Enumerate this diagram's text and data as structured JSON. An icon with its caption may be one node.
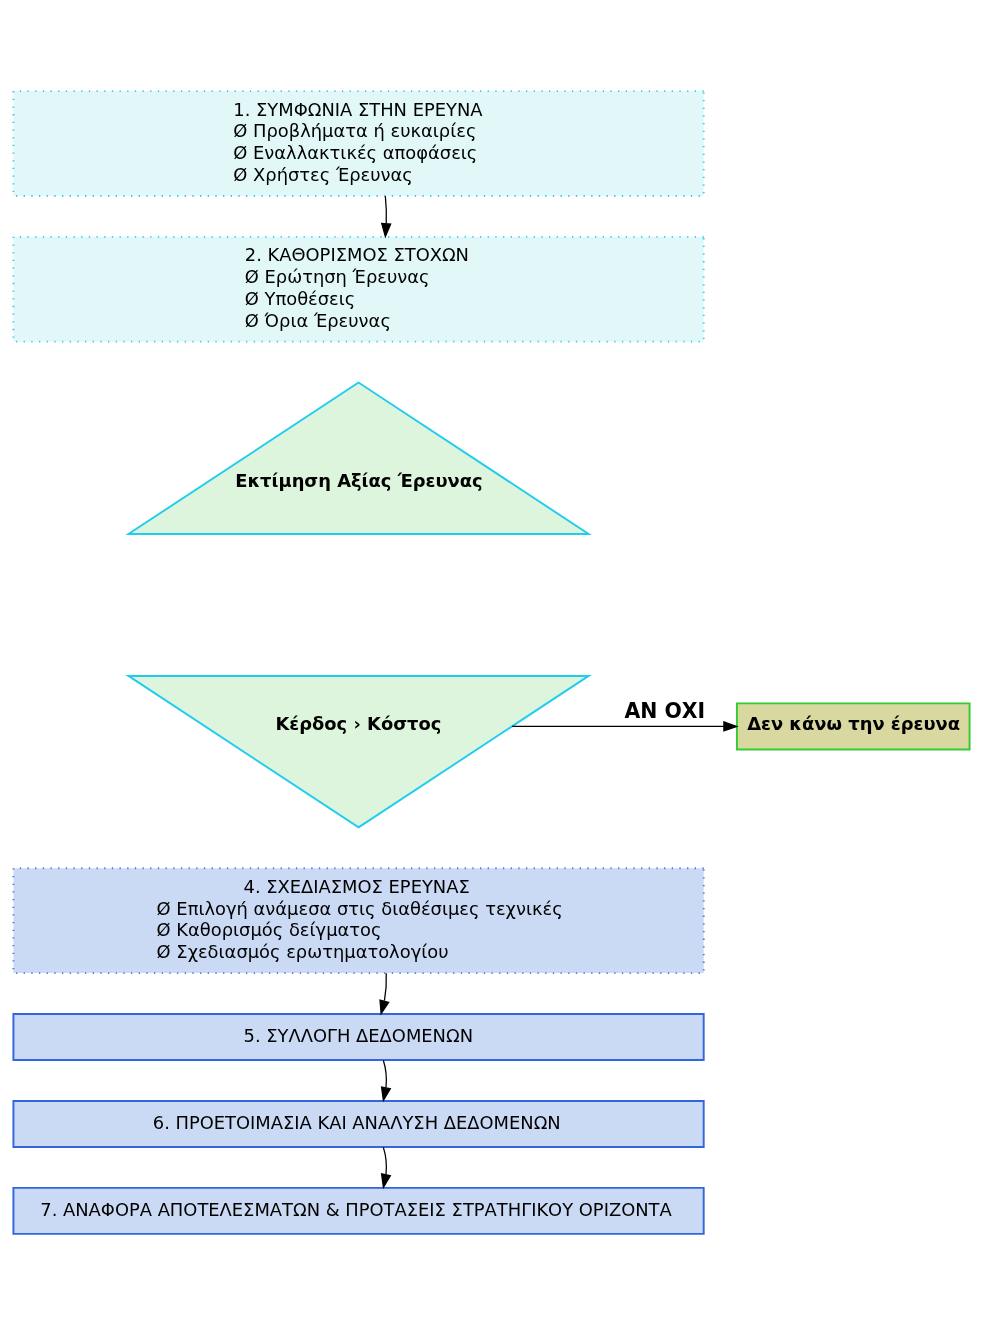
{
  "diagram": {
    "nodes": [
      {
        "text": [
          "1. ΣΥΜΦΩΝΙΑ ΣΤΗΝ ΕΡΕΥΝΑ",
          "Ø Προβλήματα ή ευκαιρίες",
          "Ø Εναλλακτικές αποφάσεις",
          "Ø Χρήστες Έρευνας"
        ]
      },
      {
        "text": [
          "2. ΚΑΘΟΡΙΣΜΟΣ ΣΤΟΧΩΝ",
          "Ø Ερώτηση Έρευνας",
          "Ø Υποθέσεις",
          "Ø Όρια Έρευνας"
        ]
      },
      {
        "text": [
          "Εκτίμηση Αξίας Έρευνας"
        ]
      },
      {
        "text": [
          "Κέρδος › Κόστος"
        ]
      },
      {
        "text": [
          "Δεν κάνω την έρευνα"
        ]
      },
      {
        "text": [
          "4. ΣΧΕΔΙΑΣΜΟΣ ΕΡΕΥΝΑΣ",
          "Ø Επιλογή ανάμεσα στις διαθέσιμες τεχνικές",
          "Ø Καθορισμός δείγματος",
          "Ø Σχεδιασμός ερωτηματολογίου"
        ]
      },
      {
        "text": [
          "5. ΣΥΛΛΟΓΗ ΔΕΔΟΜΕΝΩΝ"
        ]
      },
      {
        "text": [
          "6. ΠΡΟΕΤΟΙΜΑΣΙΑ ΚΑΙ ΑΝΑΛΥΣΗ ΔΕΔΟΜΕΝΩΝ"
        ]
      },
      {
        "text": [
          "7. ΑΝΑΦΟΡΑ ΑΠΟΤΕΛΕΣΜΑΤΩΝ & ΠΡΟΤΑΣΕΙΣ ΣΤΡΑΤΗΓΙΚΟΥ ΟΡΙΖΟΝΤΑ"
        ]
      }
    ],
    "edges": [
      {
        "from": 0,
        "to": 1,
        "arrow": "to"
      },
      {
        "from": 3,
        "to": 4,
        "arrow": "to",
        "label": "ΑΝ ΟΧΙ"
      },
      {
        "from": 5,
        "to": 6,
        "arrow": "to"
      },
      {
        "from": 6,
        "to": 7,
        "arrow": "to"
      },
      {
        "from": 7,
        "to": 8,
        "arrow": "to"
      }
    ]
  }
}
